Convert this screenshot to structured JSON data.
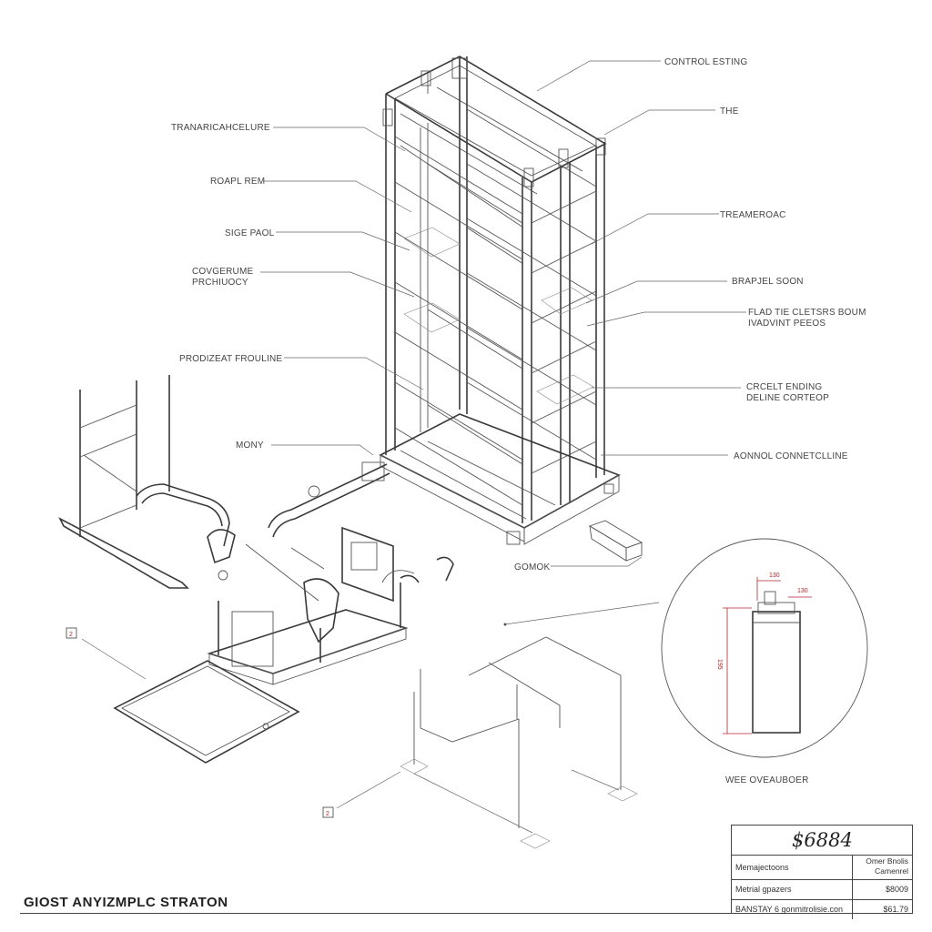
{
  "labels": {
    "control_listing": "CONTROL ESTING",
    "the": "THE",
    "transfer_enclosure": "TRANARICAHCELURE",
    "roar_rem": "ROAPL REM",
    "side_panel": "SIGE PAOL",
    "coverage_1": "COVGERUME",
    "coverage_2": "PRCHIUOCY",
    "frame_road": "TREAMEROAC",
    "brace_soon": "BRAPJEL SOON",
    "field_1": "FLAD TIE CLETSRS BOUM",
    "field_2": "IVADVINT PEEOS",
    "circuit_1": "CRCELT ENDING",
    "circuit_2": "DELINE CORTEOP",
    "produce_fruline": "PRODIZEAT FROULINE",
    "mony": "MONY",
    "annual_connect": "AONNOL CONNETCLLINE",
    "gomok": "GOMOK",
    "wee_overlander": "WEE OVEAUBOER"
  },
  "detail_dimensions": {
    "top_left": "130",
    "top_right": "130",
    "height": "195"
  },
  "drawing_title": "GIOST ANYIZMPLC STRATON",
  "title_block": {
    "price": "$6884",
    "row1_left": "Memajectoons",
    "row1_right_1": "Omer Bnolis",
    "row1_right_2": "Camenrel",
    "row2_left": "Metrial gpazers",
    "row2_right": "$8009",
    "row3_left": "BANSTAY 6 gonmitrolisie.con",
    "row3_right": "$61.79"
  },
  "markers": {
    "left_box": "2",
    "bottom_box": "2"
  }
}
